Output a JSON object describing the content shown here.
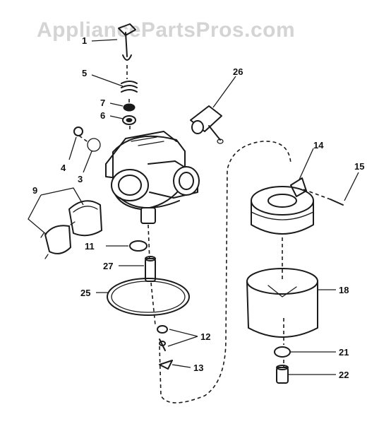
{
  "watermark": "AppliancePartsPros.com",
  "labels": {
    "p1": "1",
    "p3": "3",
    "p4": "4",
    "p5": "5",
    "p6": "6",
    "p7": "7",
    "p9": "9",
    "p11": "11",
    "p12": "12",
    "p13": "13",
    "p14": "14",
    "p15": "15",
    "p18": "18",
    "p21": "21",
    "p22": "22",
    "p25": "25",
    "p26": "26",
    "p27": "27"
  },
  "colors": {
    "ink": "#1a1a1a",
    "watermark": "#d4d4d4",
    "background": "#ffffff"
  }
}
